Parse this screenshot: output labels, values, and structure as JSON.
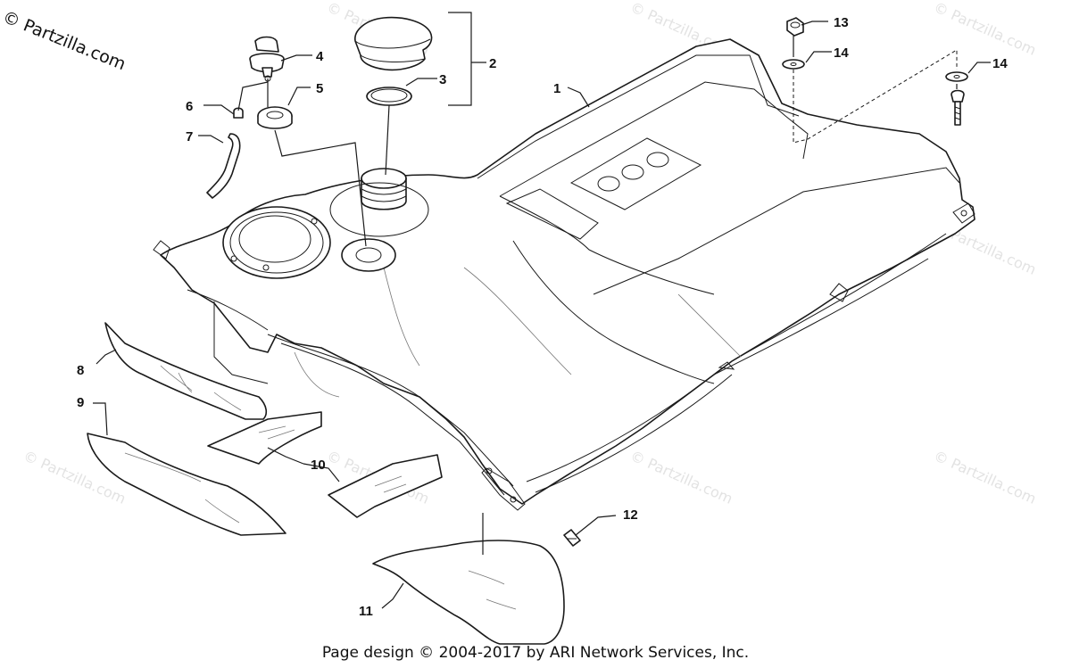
{
  "site_badge": "© Partzilla.com",
  "watermark": "© Partzilla.com",
  "footer": "Page design © 2004-2017 by ARI Network Services, Inc.",
  "callouts": {
    "c1": "1",
    "c2": "2",
    "c3": "3",
    "c4": "4",
    "c5": "5",
    "c6": "6",
    "c7": "7",
    "c8": "8",
    "c9": "9",
    "c10": "10",
    "c11": "11",
    "c12": "12",
    "c13": "13",
    "c14a": "14",
    "c14b": "14"
  }
}
